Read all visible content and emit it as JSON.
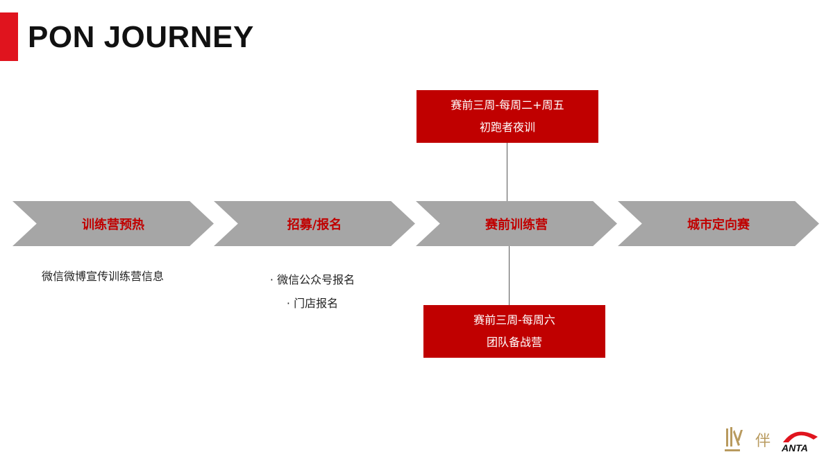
{
  "header": {
    "title": "PON JOURNEY"
  },
  "timeline": {
    "steps": [
      {
        "label": "训练营预热"
      },
      {
        "label": "招募/报名"
      },
      {
        "label": "赛前训练营"
      },
      {
        "label": "城市定向赛"
      }
    ]
  },
  "descriptions": {
    "step1": "微信微博宣传训练营信息",
    "step2": [
      "· 微信公众号报名",
      "· 门店报名"
    ]
  },
  "callouts": {
    "top": [
      "赛前三周-每周二+周五",
      "初跑者夜训"
    ],
    "bottom": [
      "赛前三周-每周六",
      "团队备战营"
    ]
  },
  "logos": {
    "partner_char": "伴",
    "brand": "ANTA"
  },
  "colors": {
    "accent": "#e0141e",
    "box": "#c00000",
    "arrow": "#a6a6a6"
  },
  "icons": [
    "partner-logo-icon",
    "anta-logo-icon"
  ]
}
